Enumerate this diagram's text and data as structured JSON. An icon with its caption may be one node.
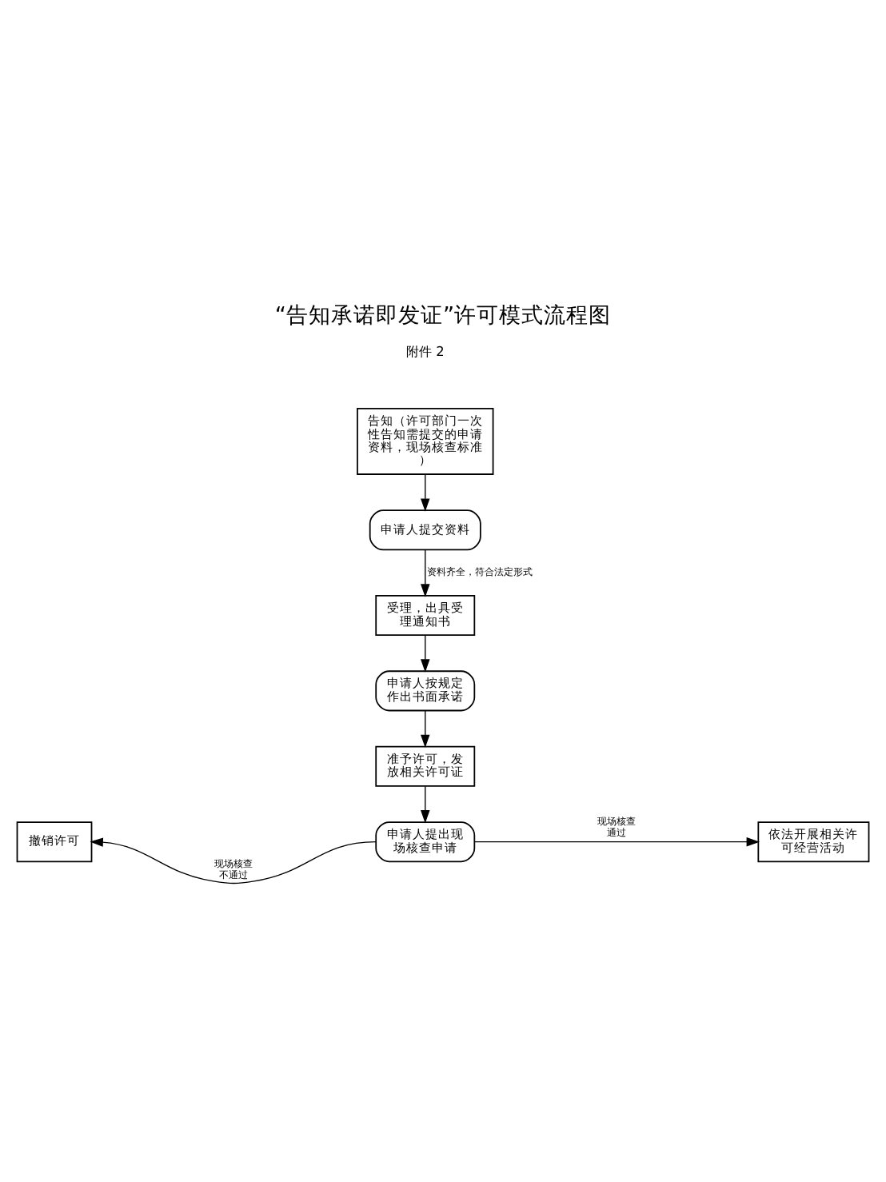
{
  "diagram": {
    "title": "“告知承诺即发证”许可模式流程图",
    "nodes": [
      {
        "text": [
          "告知（许可部门一次性告知需提交的申请资料，现场核查标准）"
        ]
      },
      {
        "text": [
          "申请人提交资料"
        ]
      },
      {
        "text": [
          "受理，出具受理通知书"
        ]
      },
      {
        "text": [
          "申请人按规定作出书面承诺"
        ]
      },
      {
        "text": [
          "准予许可，发放相关许可证"
        ]
      },
      {
        "text": [
          "申请人提出现场核查申请"
        ]
      },
      {
        "text": [
          "撤销许可"
        ]
      },
      {
        "text": [
          "依法开展相关许可经营活动"
        ]
      }
    ],
    "edges": [
      {
        "from": 0,
        "to": 1,
        "arrow": "to"
      },
      {
        "from": 1,
        "to": 2,
        "arrow": "to",
        "label": "资料齐全，符合法定形式"
      },
      {
        "from": 2,
        "to": 3,
        "arrow": "to"
      },
      {
        "from": 3,
        "to": 4,
        "arrow": "to"
      },
      {
        "from": 4,
        "to": 5,
        "arrow": "to"
      },
      {
        "from": 5,
        "to": 6,
        "arrow": "to",
        "label": "现场核查不通过"
      },
      {
        "from": 5,
        "to": 7,
        "arrow": "to",
        "label": "现场核查通过"
      }
    ],
    "labels": [
      "附件 2"
    ]
  }
}
